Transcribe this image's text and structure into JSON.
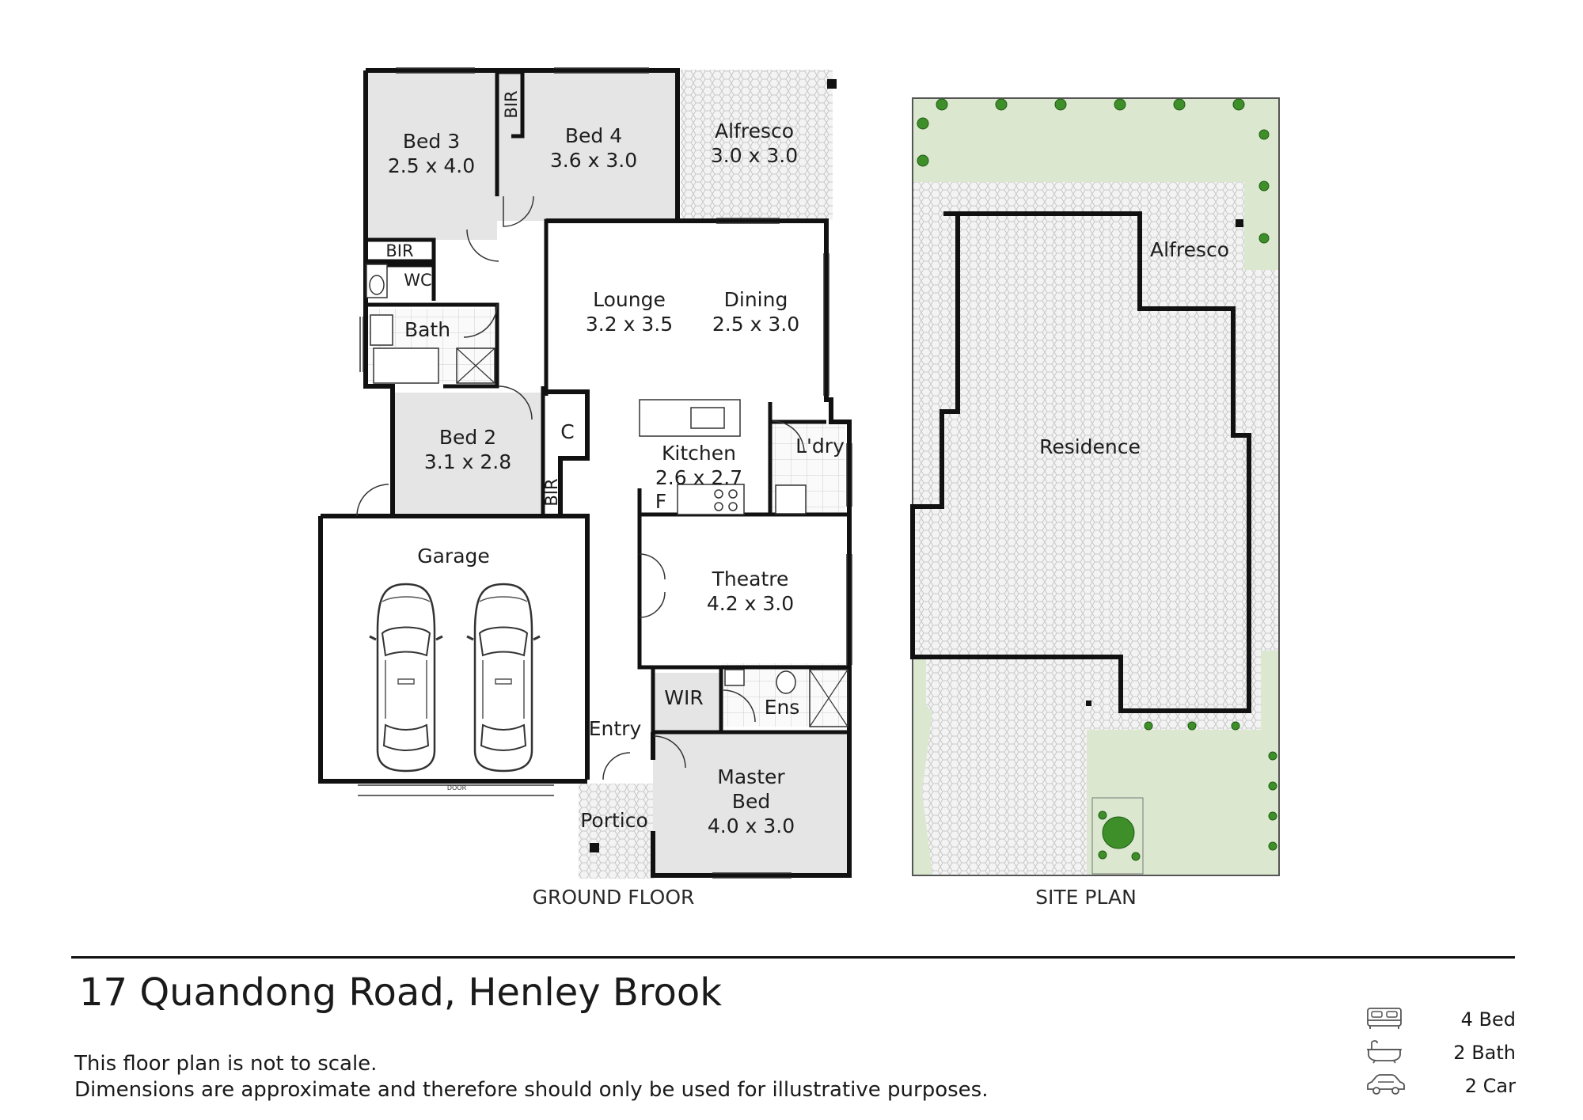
{
  "rooms": {
    "bed3": {
      "name": "Bed 3",
      "size": "2.5 x 4.0"
    },
    "bed4": {
      "name": "Bed 4",
      "size": "3.6 x 3.0"
    },
    "alfresco": {
      "name": "Alfresco",
      "size": "3.0 x 3.0"
    },
    "lounge": {
      "name": "Lounge",
      "size": "3.2 x 3.5"
    },
    "dining": {
      "name": "Dining",
      "size": "2.5 x 3.0"
    },
    "bed2": {
      "name": "Bed 2",
      "size": "3.1 x 2.8"
    },
    "kitchen": {
      "name": "Kitchen",
      "size": "2.6 x 2.7"
    },
    "theatre": {
      "name": "Theatre",
      "size": "4.2 x 3.0"
    },
    "master": {
      "name1": "Master",
      "name2": "Bed",
      "size": "4.0 x 3.0"
    }
  },
  "labels": {
    "bir": "BIR",
    "wc": "WC",
    "bath": "Bath",
    "c": "C",
    "f": "F",
    "ldry": "L'dry",
    "garage": "Garage",
    "door": "DOOR",
    "wir": "WIR",
    "ens": "Ens",
    "entry": "Entry",
    "portico": "Portico"
  },
  "site": {
    "alfresco": "Alfresco",
    "residence": "Residence"
  },
  "captions": {
    "ground": "GROUND FLOOR",
    "site": "SITE PLAN"
  },
  "address": "17 Quandong Road, Henley Brook",
  "disclaimer": {
    "line1": "This floor plan is not to scale.",
    "line2": "Dimensions are approximate and therefore should only be used for illustrative purposes."
  },
  "features": {
    "bed": "4 Bed",
    "bath": "2 Bath",
    "car": "2 Car"
  },
  "colors": {
    "room_shade": "#e5e5e5",
    "lawn": "#dbe8cf",
    "wall": "#111111"
  }
}
